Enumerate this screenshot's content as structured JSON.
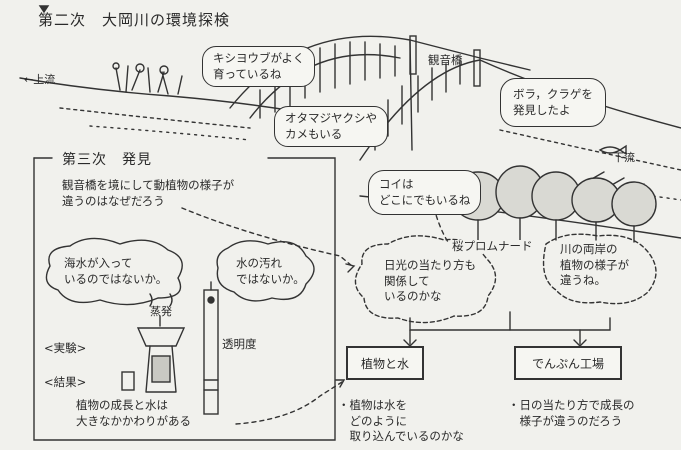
{
  "header": {
    "title": "第二次　大岡川の環境探検"
  },
  "landscape": {
    "upstream": "←上流",
    "downstream": "下流",
    "kannon_bridge": "観音橋",
    "sakura_promenade": "桜プロムナード"
  },
  "bubbles": {
    "kishoubu": "キシヨウブがよく\n育っているね",
    "otamajakushi": "オタマジヤクシや\nカメもいる",
    "bora": "ボラ，クラゲを\n発見したよ",
    "koi": "コイは\nどこにでもいるね"
  },
  "third": {
    "title": "第三次　発見",
    "question": "観音橋を境にして動植物の様子が\n違うのはなぜだろう",
    "thought_seawater": "海水が入って\nいるのではないか。",
    "thought_pollution": "水の汚れ\nではないか。",
    "evaporation": "蒸発",
    "transparency": "透明度",
    "experiment": "<実験>",
    "result_label": "<結果>",
    "result_text": "植物の成長と水は\n大きなかかわりがある"
  },
  "hypotheses": {
    "sunlight": "日光の当たり方も\n関係して\nいるのかな",
    "banks": "川の両岸の\n植物の様子が\n違うね。"
  },
  "branches": {
    "plants_water": "植物と水",
    "starch_factory": "でんぷん工場",
    "q_water": "・植物は水を\n　どのように\n　取り込んでいるのかな",
    "q_sun": "・日の当たり方で成長の\n　様子が違うのだろう"
  }
}
